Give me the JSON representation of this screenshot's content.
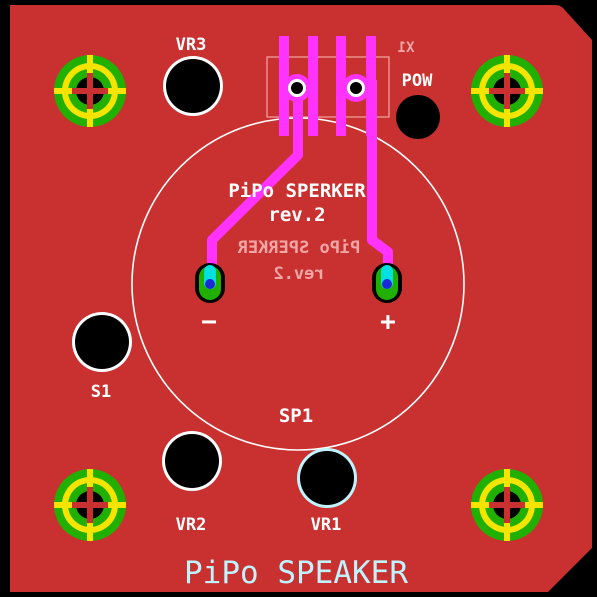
{
  "board": {
    "title": "PiPo SPEAKER",
    "top_label_line1": "PiPo SPERKER",
    "top_label_line2": "rev.2",
    "mirror_label_line1": "PiPo SPERKER",
    "mirror_label_line2": "rev.2",
    "minus": "−",
    "plus": "+",
    "connector": "X1",
    "pow": "POW",
    "vr3": "VR3",
    "vr2": "VR2",
    "vr1": "VR1",
    "s1": "S1",
    "sp1": "SP1"
  },
  "colors": {
    "background": "#000000",
    "board": "#c8312f",
    "trace": "#ff33ff",
    "silk": "#ffffff",
    "pad_green": "#22b000",
    "crosshair_yellow": "#f4e400",
    "title": "#bff4ff",
    "bottom_silk": "#f2a6a6",
    "via_blue": "#1a28d8",
    "via_cyan": "#00e0e0"
  }
}
